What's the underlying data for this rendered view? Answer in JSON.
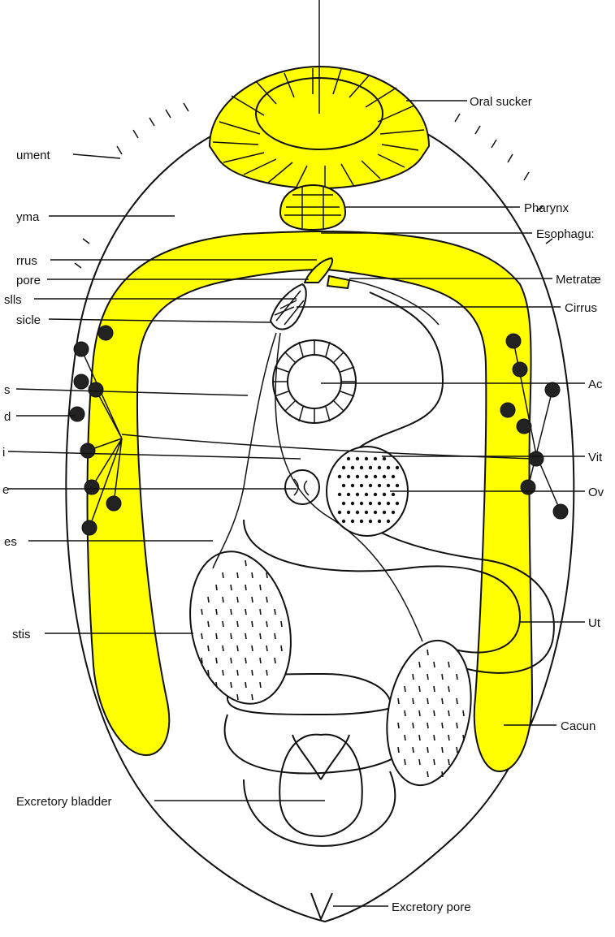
{
  "labels": {
    "oral_sucker": "Oral sucker",
    "pharynx": "Pharynx",
    "esophagus": "Esophagu:",
    "metraterm": "Metratæ",
    "cirrus_right": "Cirrus",
    "acetabulum": "Ac",
    "vitelline": "Vit",
    "ovary": "Ov",
    "uterus": "Ut",
    "caecum": "Cacun",
    "excretory_bladder": "Excretory bladder",
    "excretory_pore": "Excretory pore",
    "tegument": "ument",
    "parenchyma": "yma",
    "cirrus_left": "rrus",
    "genital_pore": "pore",
    "prostate_cells": "slls",
    "seminal_vesicle": "sicle",
    "left_label_s": "s",
    "left_label_d": "d",
    "left_label_i": "i",
    "left_label_e": "e",
    "left_label_es": "es",
    "testis": "stis"
  },
  "colors": {
    "organ_fill": "#ffff00",
    "line": "#111111",
    "background": "#ffffff"
  }
}
